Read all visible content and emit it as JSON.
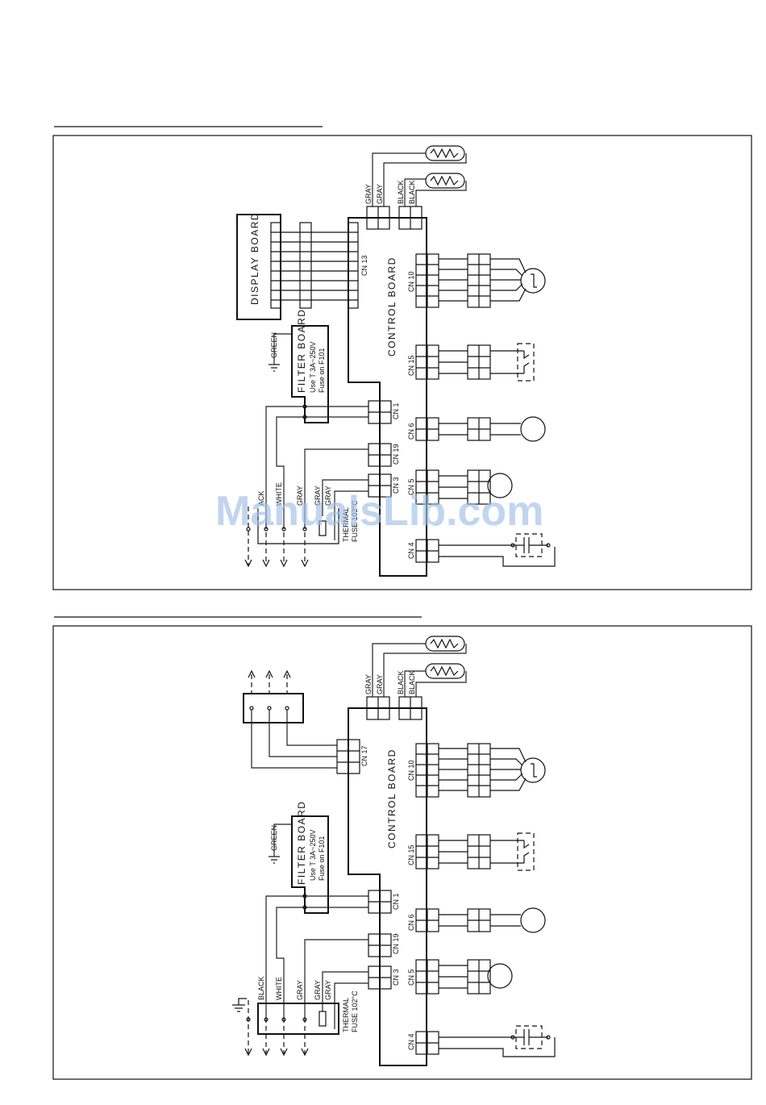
{
  "watermark": "ManualsLib.com",
  "diagrams": [
    {
      "control_board": "CONTROL BOARD",
      "display_board": "DISPLAY BOARD",
      "filter_board": {
        "title": "FILTER BOARD",
        "line1": "Use T 3A~250V",
        "line2": "Fuse on F101"
      },
      "ground_label": "GREEN",
      "sensor_labels": [
        "GRAY",
        "GRAY",
        "BLACK",
        "BLACK"
      ],
      "connectors": {
        "cn13": "CN 13",
        "cn10": "CN 10",
        "cn15": "CN 15",
        "cn1": "CN 1",
        "cn6": "CN 6",
        "cn19": "CN 19",
        "cn5": "CN 5",
        "cn3": "CN 3",
        "cn4": "CN 4"
      },
      "wire_labels": [
        "ACK",
        "WHITE",
        "GRAY",
        "GRAY",
        "GRAY"
      ],
      "fuse_label": [
        "THERMAL",
        "FUSE  102°C"
      ]
    },
    {
      "control_board": "CONTROL BOARD",
      "filter_board": {
        "title": "FILTER  BOARD",
        "line1": "Use T 3A~250V",
        "line2": "Fuse on F101"
      },
      "ground_label": "GREEN",
      "sensor_labels": [
        "GRAY",
        "GRAY",
        "BLACK",
        "BLACK"
      ],
      "connectors": {
        "cn17": "CN 17",
        "cn10": "CN 10",
        "cn15": "CN 15",
        "cn1": "CN 1",
        "cn6": "CN 6",
        "cn19": "CN 19",
        "cn5": "CN 5",
        "cn3": "CN 3",
        "cn4": "CN 4"
      },
      "wire_labels": [
        "BLACK",
        "WHITE",
        "GRAY",
        "GRAY",
        "GRAY"
      ],
      "fuse_label": [
        "THERMAL",
        "FUSE  102°C"
      ]
    }
  ]
}
